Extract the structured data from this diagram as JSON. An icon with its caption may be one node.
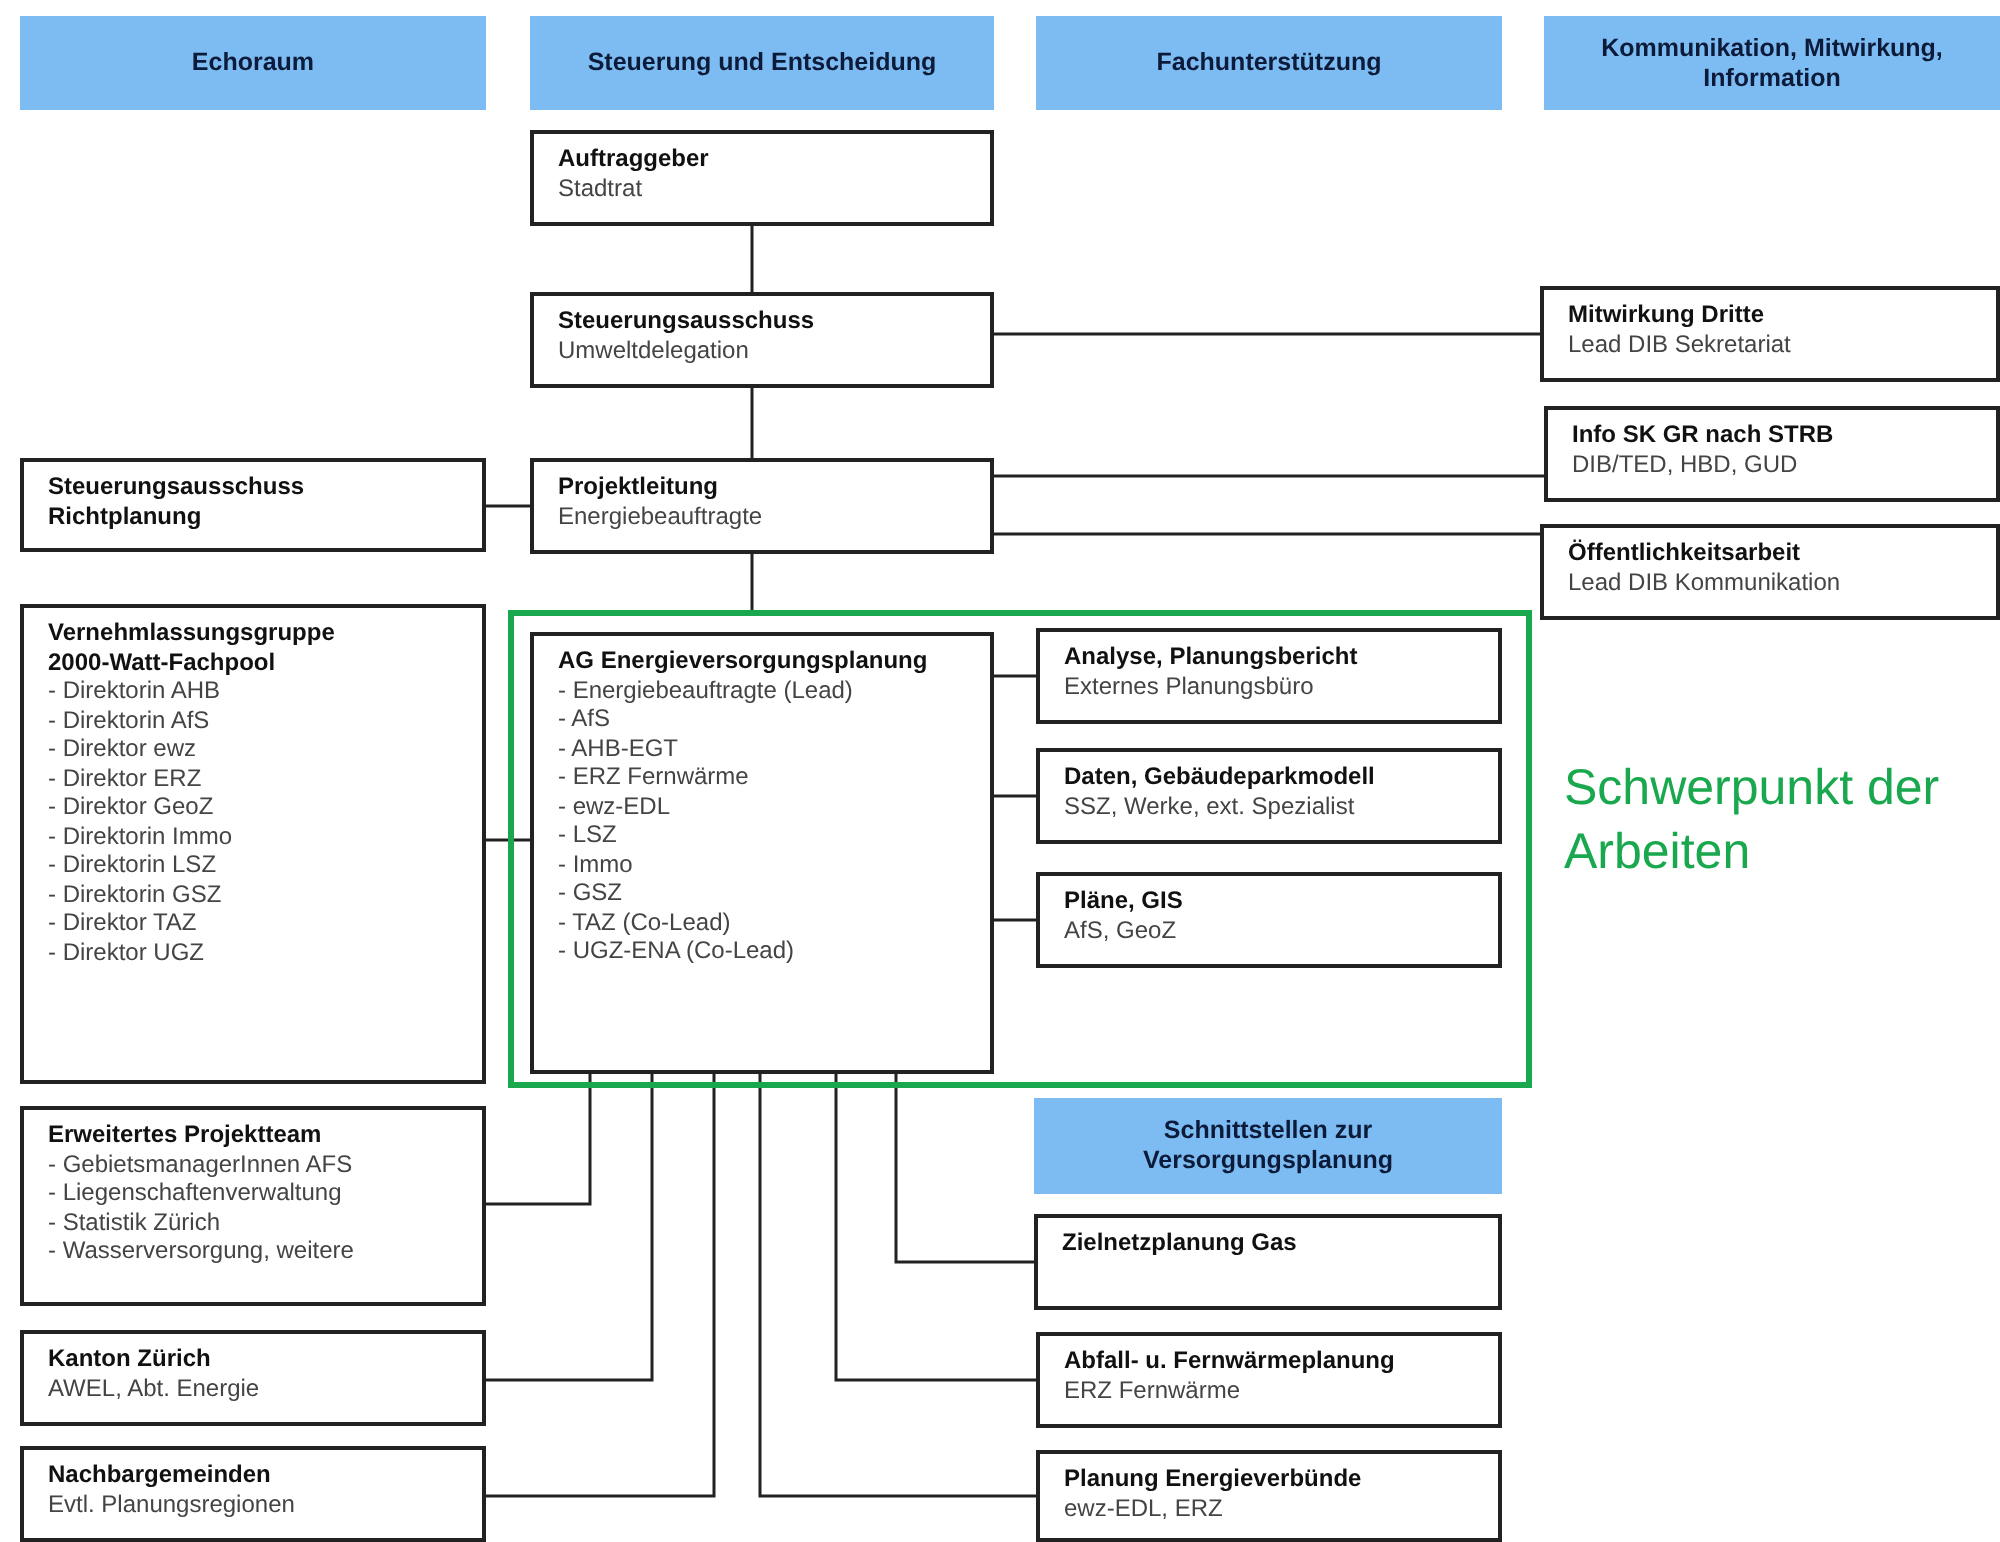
{
  "diagram": {
    "nodes": [
      {
        "text": [
          "Echoraum"
        ]
      },
      {
        "text": [
          "Steuerung und Entscheidung"
        ]
      },
      {
        "text": [
          "Fachunterstützung"
        ]
      },
      {
        "text": [
          "Kommunikation, Mitwirkung, Information"
        ]
      },
      {
        "text": [
          "Auftraggeber",
          "Stadtrat"
        ]
      },
      {
        "text": [
          "Steuerungsausschuss",
          "Umweltdelegation"
        ]
      },
      {
        "text": [
          "Mitwirkung Dritte",
          "Lead DIB Sekretariat"
        ]
      },
      {
        "text": [
          "Info SK GR nach STRB",
          "DIB/TED, HBD, GUD"
        ]
      },
      {
        "text": [
          "Steuerungsausschuss Richtplanung"
        ]
      },
      {
        "text": [
          "Projektleitung",
          "Energiebeauftragte"
        ]
      },
      {
        "text": [
          "Öffentlichkeitsarbeit",
          "Lead DIB Kommunikation"
        ]
      },
      {
        "text": [
          "Schwerpunkt der Arbeiten"
        ]
      },
      {
        "text": [
          "Vernehmlassungsgruppe 2000-Watt-Fachpool",
          "- Direktorin AHB",
          "- Direktorin AfS",
          "- Direktor ewz",
          "- Direktor ERZ",
          "- Direktor GeoZ",
          "- Direktorin Immo",
          "- Direktorin LSZ",
          "- Direktorin GSZ",
          "- Direktor TAZ",
          "- Direktor UGZ"
        ]
      },
      {
        "text": [
          "AG Energieversorgungsplanung",
          "- Energiebeauftragte (Lead)",
          "- AfS",
          "- AHB-EGT",
          "- ERZ Fernwärme",
          "- ewz-EDL",
          "- LSZ",
          "- Immo",
          "- GSZ",
          "- TAZ (Co-Lead)",
          "- UGZ-ENA (Co-Lead)"
        ],
        "in": 11
      },
      {
        "text": [
          "Analyse, Planungsbericht",
          "Externes Planungsbüro"
        ],
        "in": 11
      },
      {
        "text": [
          "Daten, Gebäudeparkmodell",
          "SSZ, Werke, ext. Spezialist"
        ],
        "in": 11
      },
      {
        "text": [
          "Pläne, GIS",
          "AfS, GeoZ"
        ],
        "in": 11
      },
      {
        "text": [
          "Erweitertes Projektteam",
          "- GebietsmanagerInnen AFS",
          "- Liegenschaftenverwaltung",
          "- Statistik Zürich",
          "- Wasserversorgung, weitere"
        ]
      },
      {
        "text": [
          "Schnittstellen zur Versorgungsplanung"
        ]
      },
      {
        "text": [
          "Zielnetzplanung Gas"
        ]
      },
      {
        "text": [
          "Kanton Zürich",
          "AWEL, Abt. Energie"
        ]
      },
      {
        "text": [
          "Abfall- u. Fernwärmeplanung",
          "ERZ Fernwärme"
        ]
      },
      {
        "text": [
          "Nachbargemeinden",
          "Evtl. Planungsregionen"
        ]
      },
      {
        "text": [
          "Planung Energieverbünde",
          "ewz-EDL, ERZ"
        ]
      }
    ],
    "edges": [
      {
        "from": 4,
        "to": 5,
        "arrow": "none"
      },
      {
        "from": 5,
        "to": 9,
        "arrow": "none"
      },
      {
        "from": 5,
        "to": 6,
        "arrow": "none"
      },
      {
        "from": 9,
        "to": 7,
        "arrow": "none"
      },
      {
        "from": 9,
        "to": 10,
        "arrow": "none"
      },
      {
        "from": 8,
        "to": 9,
        "arrow": "none"
      },
      {
        "from": 9,
        "to": 11,
        "arrow": "none"
      },
      {
        "from": 12,
        "to": 13,
        "arrow": "none"
      },
      {
        "from": 13,
        "to": 14,
        "arrow": "none"
      },
      {
        "from": 13,
        "to": 15,
        "arrow": "none"
      },
      {
        "from": 13,
        "to": 16,
        "arrow": "none"
      },
      {
        "from": 13,
        "to": 17,
        "arrow": "none"
      },
      {
        "from": 13,
        "to": 20,
        "arrow": "none"
      },
      {
        "from": 13,
        "to": 22,
        "arrow": "none"
      },
      {
        "from": 13,
        "to": 23,
        "arrow": "none"
      },
      {
        "from": 13,
        "to": 21,
        "arrow": "none"
      },
      {
        "from": 13,
        "to": 19,
        "arrow": "none"
      }
    ]
  }
}
